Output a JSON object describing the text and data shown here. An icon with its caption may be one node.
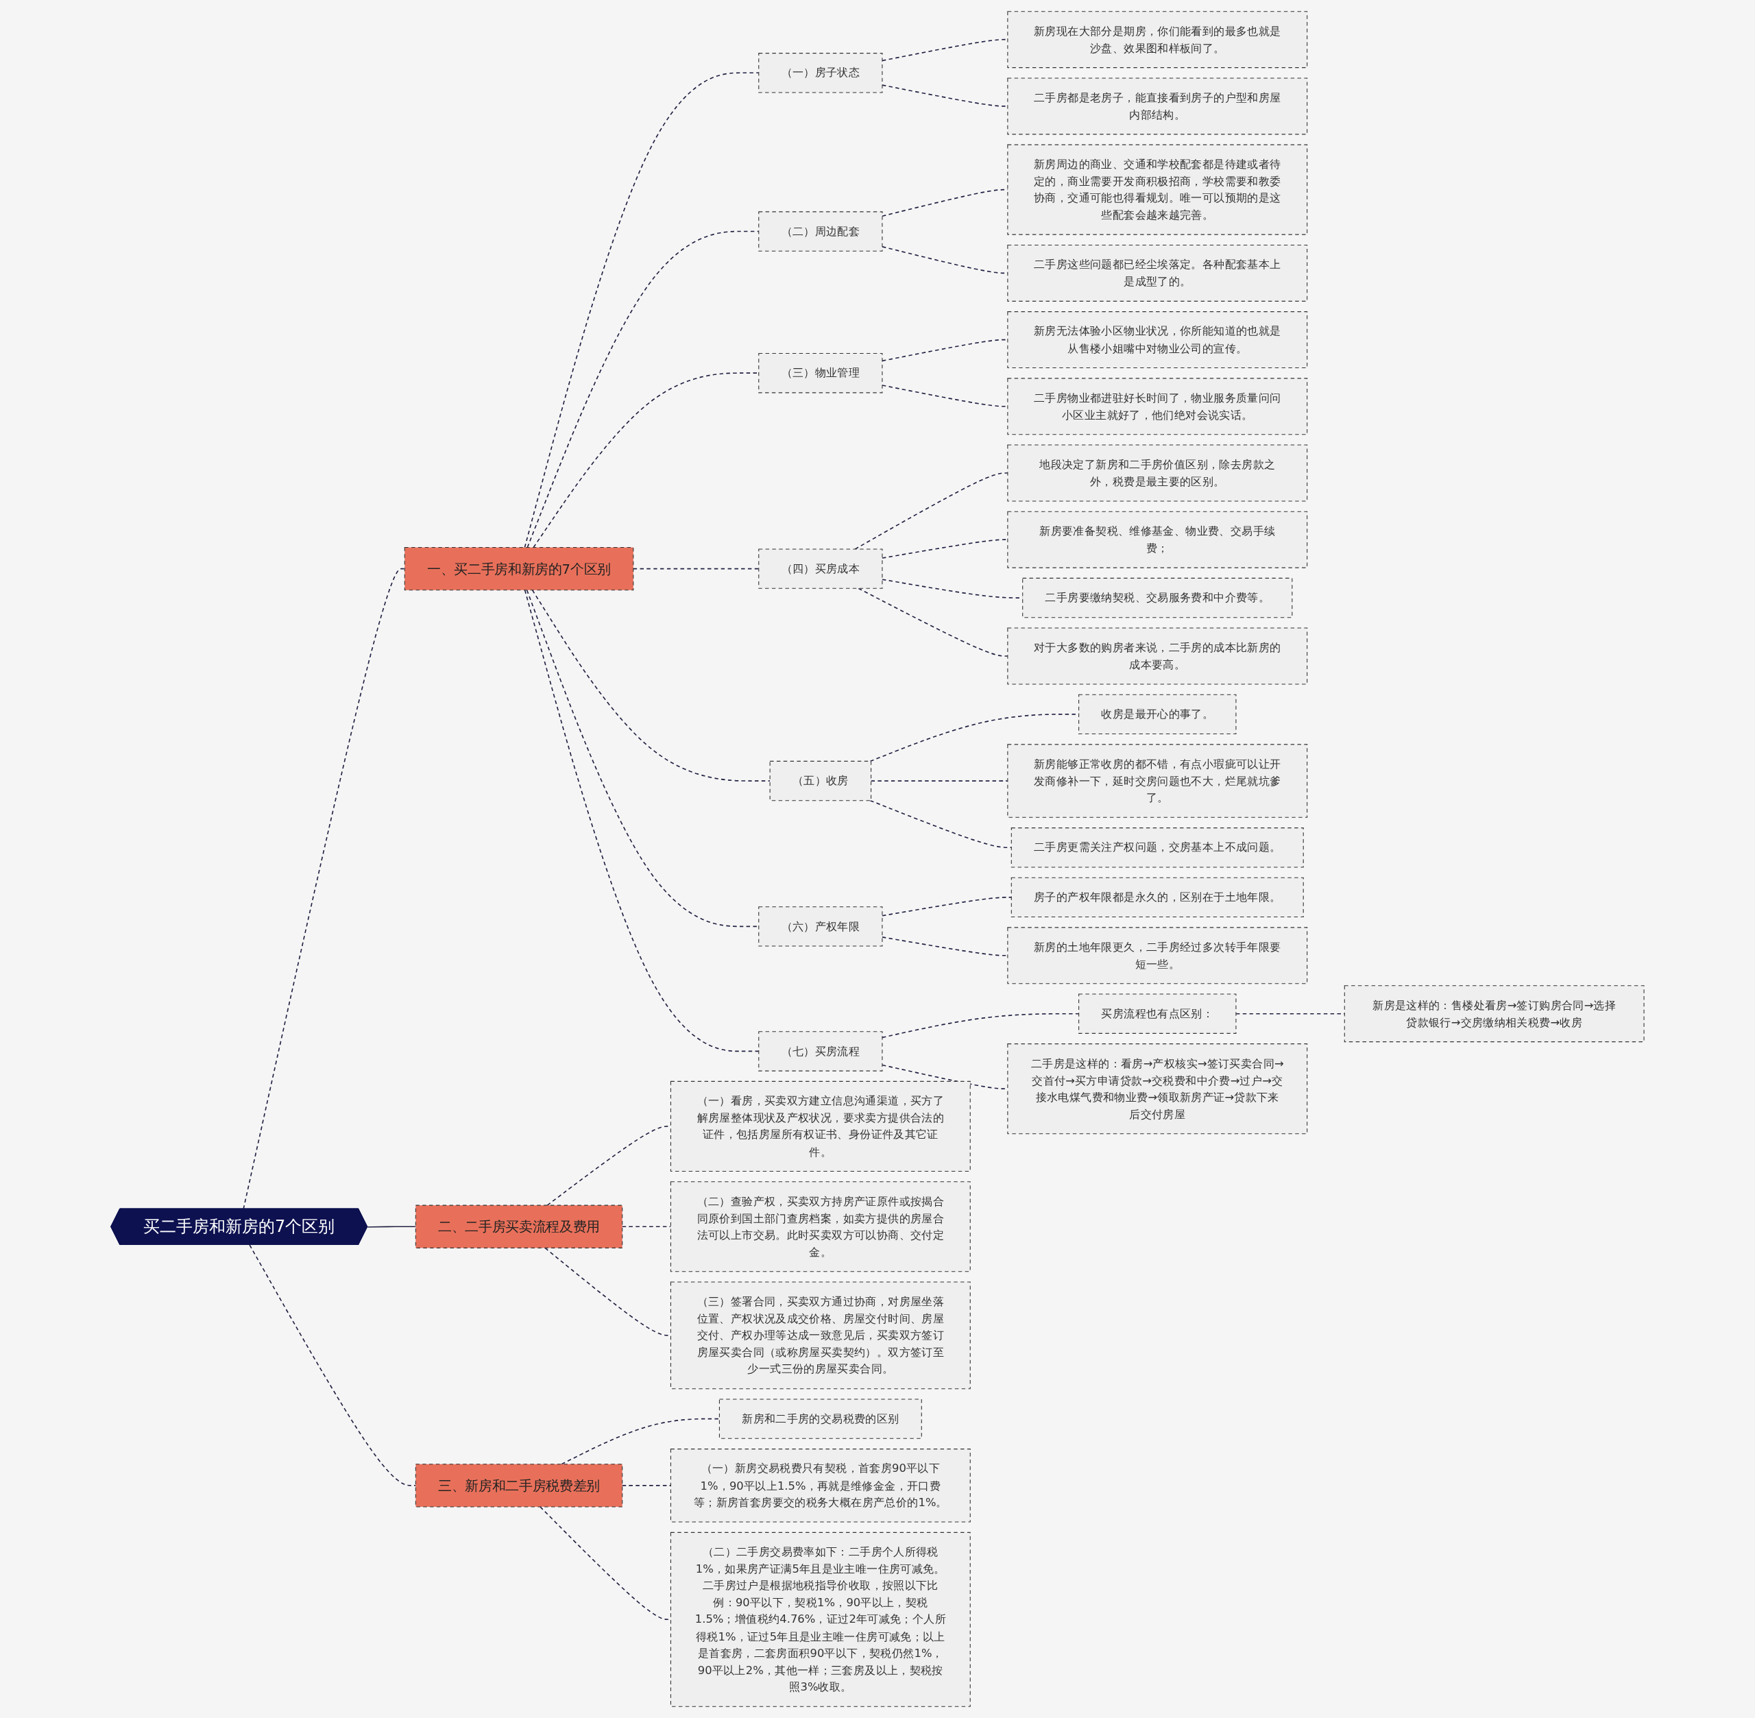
{
  "diagram": {
    "nodes": [
      {
        "text": [
          "买二手房和新房的7个区别"
        ]
      },
      {
        "text": [
          "一、买二手房和新房的7个区别"
        ]
      },
      {
        "text": [
          "（一）房子状态"
        ]
      },
      {
        "text": [
          "新房现在大部分是期房，你们能看到的最多也就是沙盘、效果图和样板间了。"
        ]
      },
      {
        "text": [
          "二手房都是老房子，能直接看到房子的户型和房屋内部结构。"
        ]
      },
      {
        "text": [
          "（二）周边配套"
        ]
      },
      {
        "text": [
          "新房周边的商业、交通和学校配套都是待建或者待定的，商业需要开发商积极招商，学校需要和教委协商，交通可能也得看规划。唯一可以预期的是这些配套会越来越完善。"
        ]
      },
      {
        "text": [
          "二手房这些问题都已经尘埃落定。各种配套基本上是成型了的。"
        ]
      },
      {
        "text": [
          "（三）物业管理"
        ]
      },
      {
        "text": [
          "新房无法体验小区物业状况，你所能知道的也就是从售楼小姐嘴中对物业公司的宣传。"
        ]
      },
      {
        "text": [
          "二手房物业都进驻好长时间了，物业服务质量问问小区业主就好了，他们绝对会说实话。"
        ]
      },
      {
        "text": [
          "（四）买房成本"
        ]
      },
      {
        "text": [
          "地段决定了新房和二手房价值区别，除去房款之外，税费是最主要的区别。"
        ]
      },
      {
        "text": [
          "新房要准备契税、维修基金、物业费、交易手续费；"
        ]
      },
      {
        "text": [
          "二手房要缴纳契税、交易服务费和中介费等。"
        ]
      },
      {
        "text": [
          "对于大多数的购房者来说，二手房的成本比新房的成本要高。"
        ]
      },
      {
        "text": [
          "（五）收房"
        ]
      },
      {
        "text": [
          "收房是最开心的事了。"
        ]
      },
      {
        "text": [
          "新房能够正常收房的都不错，有点小瑕疵可以让开发商修补一下，延时交房问题也不大，烂尾就坑爹了。"
        ]
      },
      {
        "text": [
          "二手房更需关注产权问题，交房基本上不成问题。"
        ]
      },
      {
        "text": [
          "（六）产权年限"
        ]
      },
      {
        "text": [
          "房子的产权年限都是永久的，区别在于土地年限。"
        ]
      },
      {
        "text": [
          "新房的土地年限更久，二手房经过多次转手年限要短一些。"
        ]
      },
      {
        "text": [
          "（七）买房流程"
        ]
      },
      {
        "text": [
          "买房流程也有点区别："
        ]
      },
      {
        "text": [
          "新房是这样的：售楼处看房→签订购房合同→选择贷款银行→交房缴纳相关税费→收房"
        ]
      },
      {
        "text": [
          "二手房是这样的：看房→产权核实→签订买卖合同→交首付→买方申请贷款→交税费和中介费→过户→交接水电煤气费和物业费→领取新房产证→贷款下来后交付房屋"
        ]
      },
      {
        "text": [
          "二、二手房买卖流程及费用"
        ]
      },
      {
        "text": [
          "（一）看房，买卖双方建立信息沟通渠道，买方了解房屋整体现状及产权状况，要求卖方提供合法的证件，包括房屋所有权证书、身份证件及其它证件。"
        ]
      },
      {
        "text": [
          "（二）查验产权，买卖双方持房产证原件或按揭合同原价到国土部门查房档案，如卖方提供的房屋合法可以上市交易。此时买卖双方可以协商、交付定金。"
        ]
      },
      {
        "text": [
          "（三）签署合同，买卖双方通过协商，对房屋坐落位置、产权状况及成交价格、房屋交付时间、房屋交付、产权办理等达成一致意见后，买卖双方签订房屋买卖合同（或称房屋买卖契约）。双方签订至少一式三份的房屋买卖合同。"
        ]
      },
      {
        "text": [
          "三、新房和二手房税费差别"
        ]
      },
      {
        "text": [
          "新房和二手房的交易税费的区别"
        ]
      },
      {
        "text": [
          "（一）新房交易税费只有契税，首套房90平以下1%，90平以上1.5%，再就是维修金金，开口费等；新房首套房要交的税务大概在房产总价的1%。"
        ]
      },
      {
        "text": [
          "（二）二手房交易费率如下：二手房个人所得税1%，如果房产证满5年且是业主唯一住房可减免。二手房过户是根据地税指导价收取，按照以下比例：90平以下，契税1%，90平以上，契税1.5%；增值税约4.76%，证过2年可减免；个人所得税1%，证过5年且是业主唯一住房可减免；以上是首套房，二套房面积90平以下，契税仍然1%，90平以上2%，其他一样；三套房及以上，契税按照3%收取。"
        ]
      }
    ],
    "edges": [
      {
        "from": 0,
        "to": 1,
        "arrow": "none",
        "style": "dashed"
      },
      {
        "from": 1,
        "to": 2,
        "arrow": "none",
        "style": "dashed"
      },
      {
        "from": 2,
        "to": 3,
        "arrow": "none",
        "style": "dashed"
      },
      {
        "from": 2,
        "to": 4,
        "arrow": "none",
        "style": "dashed"
      },
      {
        "from": 1,
        "to": 5,
        "arrow": "none",
        "style": "dashed"
      },
      {
        "from": 5,
        "to": 6,
        "arrow": "none",
        "style": "dashed"
      },
      {
        "from": 5,
        "to": 7,
        "arrow": "none",
        "style": "dashed"
      },
      {
        "from": 1,
        "to": 8,
        "arrow": "none",
        "style": "dashed"
      },
      {
        "from": 8,
        "to": 9,
        "arrow": "none",
        "style": "dashed"
      },
      {
        "from": 8,
        "to": 10,
        "arrow": "none",
        "style": "dashed"
      },
      {
        "from": 1,
        "to": 11,
        "arrow": "none",
        "style": "dashed"
      },
      {
        "from": 11,
        "to": 12,
        "arrow": "none",
        "style": "dashed"
      },
      {
        "from": 11,
        "to": 13,
        "arrow": "none",
        "style": "dashed"
      },
      {
        "from": 11,
        "to": 14,
        "arrow": "none",
        "style": "dashed"
      },
      {
        "from": 11,
        "to": 15,
        "arrow": "none",
        "style": "dashed"
      },
      {
        "from": 1,
        "to": 16,
        "arrow": "none",
        "style": "dashed"
      },
      {
        "from": 16,
        "to": 17,
        "arrow": "none",
        "style": "dashed"
      },
      {
        "from": 16,
        "to": 18,
        "arrow": "none",
        "style": "dashed"
      },
      {
        "from": 16,
        "to": 19,
        "arrow": "none",
        "style": "dashed"
      },
      {
        "from": 1,
        "to": 20,
        "arrow": "none",
        "style": "dashed"
      },
      {
        "from": 20,
        "to": 21,
        "arrow": "none",
        "style": "dashed"
      },
      {
        "from": 20,
        "to": 22,
        "arrow": "none",
        "style": "dashed"
      },
      {
        "from": 1,
        "to": 23,
        "arrow": "none",
        "style": "dashed"
      },
      {
        "from": 23,
        "to": 24,
        "arrow": "none",
        "style": "dashed"
      },
      {
        "from": 24,
        "to": 25,
        "arrow": "none",
        "style": "dashed"
      },
      {
        "from": 23,
        "to": 26,
        "arrow": "none",
        "style": "dashed"
      },
      {
        "from": 0,
        "to": 27,
        "arrow": "none"
      },
      {
        "from": 27,
        "to": 28,
        "arrow": "none",
        "style": "dashed"
      },
      {
        "from": 27,
        "to": 29,
        "arrow": "none",
        "style": "dashed"
      },
      {
        "from": 27,
        "to": 30,
        "arrow": "none",
        "style": "dashed"
      },
      {
        "from": 0,
        "to": 31,
        "arrow": "none",
        "style": "dashed"
      },
      {
        "from": 31,
        "to": 32,
        "arrow": "none",
        "style": "dashed"
      },
      {
        "from": 31,
        "to": 33,
        "arrow": "none",
        "style": "dashed"
      },
      {
        "from": 31,
        "to": 34,
        "arrow": "none",
        "style": "dashed"
      }
    ]
  }
}
